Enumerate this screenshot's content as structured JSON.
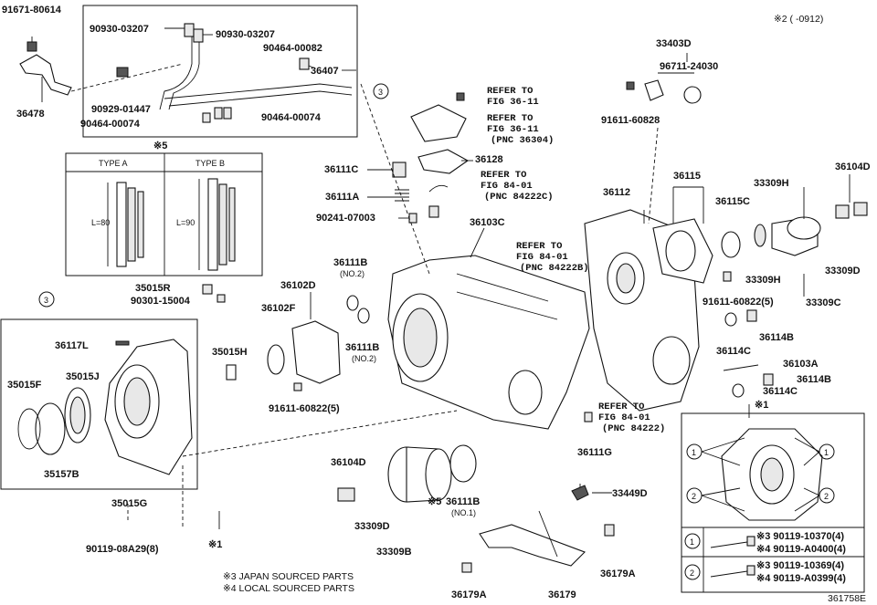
{
  "header_note": "※2 (    -0912)",
  "footer_code": "361758E",
  "legend": [
    "※3 JAPAN SOURCED PARTS",
    "※4 LOCAL SOURCED PARTS"
  ],
  "type_box": {
    "title": "※5",
    "type_a": "TYPE A",
    "type_b": "TYPE B",
    "len_a": "L=80",
    "len_b": "L=90"
  },
  "refer": {
    "r1": [
      "REFER TO",
      "FIG 36-11"
    ],
    "r2": [
      "REFER TO",
      "FIG 36-11",
      "(PNC 36304)"
    ],
    "r3": [
      "REFER TO",
      "FIG 84-01",
      "(PNC 84222C)"
    ],
    "r4": [
      "REFER TO",
      "FIG 84-01",
      "(PNC 84222B)"
    ],
    "r5": [
      "REFER TO",
      "FIG 84-01",
      "(PNC 84222)"
    ]
  },
  "labels": {
    "p91671": "91671-80614",
    "p36478": "36478",
    "p9093a": "90930-03207",
    "p9093b": "90930-03207",
    "p90464_82": "90464-00082",
    "p36407": "36407",
    "p90929": "90929-01447",
    "p90464_74a": "90464-00074",
    "p90464_74b": "90464-00074",
    "c3a": "3",
    "c3b": "3",
    "p35015r": "35015R",
    "p90301": "90301-15004",
    "p36117l": "36117L",
    "p35015h": "35015H",
    "p35015f": "35015F",
    "p35015j": "35015J",
    "p35157b": "35157B",
    "p35015g": "35015G",
    "p90119": "90119-08A29(8)",
    "x1a": "※1",
    "p36128": "36128",
    "p36111c": "36111C",
    "p36111a": "36111A",
    "p90241": "90241-07003",
    "p36103c": "36103C",
    "p36111b_a": "36111B",
    "no2a": "(NO.2)",
    "p36102d": "36102D",
    "p36102f": "36102F",
    "p36111b_b": "36111B",
    "no2b": "(NO.2)",
    "p91611_b": "91611-60822(5)",
    "p36104d_b": "36104D",
    "p33309d_b": "33309D",
    "p33309b": "33309B",
    "x5": "※5",
    "p36111b_c": "36111B",
    "no1": "(NO.1)",
    "p36111g": "36111G",
    "p33449d": "33449D",
    "p36179a_a": "36179A",
    "p36179": "36179",
    "p36179a_b": "36179A",
    "p33403d": "33403D",
    "p96711": "96711-24030",
    "p91611_a": "91611-60828",
    "p36112": "36112",
    "p36115": "36115",
    "p36115c": "36115C",
    "p33309h_a": "33309H",
    "p36104d_a": "36104D",
    "p33309h_b": "33309H",
    "p33309d_a": "33309D",
    "p91611_c": "91611-60822(5)",
    "p33309c": "33309C",
    "p36114b_a": "36114B",
    "p36114c_a": "36114C",
    "p36103a": "36103A",
    "p36114b_b": "36114B",
    "p36114c_b": "36114C",
    "x1b": "※1"
  },
  "inset": {
    "c1": "1",
    "c2": "2",
    "row1": [
      "※3 90119-10370(4)",
      "※4 90119-A0400(4)"
    ],
    "row2": [
      "※3 90119-10369(4)",
      "※4 90119-A0399(4)"
    ]
  }
}
